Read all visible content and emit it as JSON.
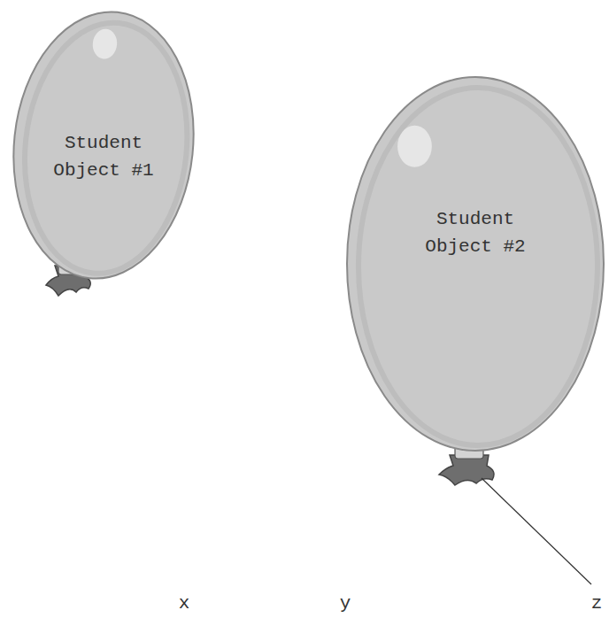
{
  "diagram": {
    "nodes": [
      {
        "text": [
          "Student Object #1"
        ]
      },
      {
        "text": [
          "Student Object #2"
        ]
      }
    ],
    "labels": [
      "x",
      "y",
      "z"
    ]
  }
}
